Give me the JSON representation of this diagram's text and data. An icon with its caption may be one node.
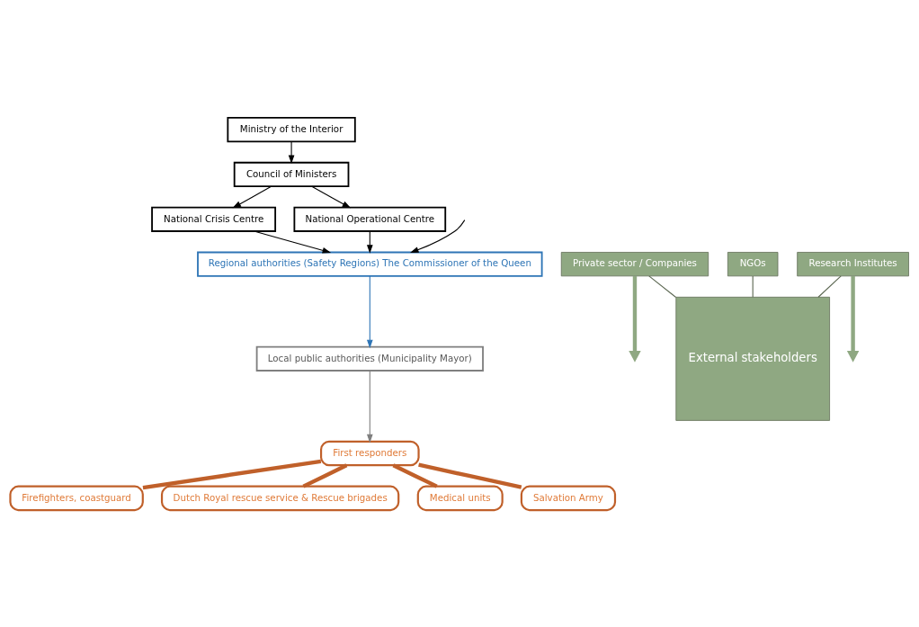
{
  "diagram": {
    "nodes": [
      {
        "text": [
          "Ministry of the Interior"
        ]
      },
      {
        "text": [
          "Council of Ministers"
        ]
      },
      {
        "text": [
          "National Crisis Centre"
        ]
      },
      {
        "text": [
          "National Operational Centre"
        ]
      },
      {
        "text": [
          "Regional authorities (Safety Regions) The Commissioner of the Queen"
        ]
      },
      {
        "text": [
          "Local public authorities (Municipality Mayor)"
        ]
      },
      {
        "text": [
          "First responders"
        ]
      },
      {
        "text": [
          "Firefighters, coastguard"
        ]
      },
      {
        "text": [
          "Dutch Royal rescue service & Rescue brigades"
        ]
      },
      {
        "text": [
          "Medical units"
        ]
      },
      {
        "text": [
          "Salvation Army"
        ]
      },
      {
        "text": [
          "Private sector / Companies"
        ]
      },
      {
        "text": [
          "NGOs"
        ]
      },
      {
        "text": [
          "Research Institutes"
        ]
      },
      {
        "text": [
          "External stakeholders"
        ]
      }
    ],
    "edges": [
      {
        "from": 0,
        "to": 1,
        "arrow": "to"
      },
      {
        "from": 1,
        "to": 2,
        "arrow": "to"
      },
      {
        "from": 1,
        "to": 3,
        "arrow": "to"
      },
      {
        "from": 2,
        "to": 4,
        "arrow": "to"
      },
      {
        "from": null,
        "to": 4,
        "arrow": "to"
      },
      {
        "from": 3,
        "to": 4,
        "arrow": "to"
      },
      {
        "from": 4,
        "to": 5,
        "arrow": "to",
        "color": "#2e75b6"
      },
      {
        "from": 5,
        "to": 6,
        "arrow": "to",
        "color": "#7f7f7f"
      },
      {
        "from": 6,
        "to": 7,
        "arrow": "none",
        "style": "thick",
        "color": "#c0602a"
      },
      {
        "from": 6,
        "to": 9,
        "arrow": "none",
        "style": "thick",
        "color": "#c0602a"
      },
      {
        "from": 6,
        "to": 10,
        "arrow": "none",
        "style": "thick",
        "color": "#c0602a"
      },
      {
        "from": 6,
        "to": 8,
        "arrow": "none",
        "style": "thick",
        "color": "#c0602a"
      },
      {
        "from": 11,
        "to": 14,
        "arrow": "none",
        "color": "#5a6650"
      },
      {
        "from": 12,
        "to": 14,
        "arrow": "none",
        "color": "#5a6650"
      },
      {
        "from": 13,
        "to": 14,
        "arrow": "none",
        "color": "#5a6650"
      },
      {
        "from": 11,
        "to": null,
        "arrow": "to",
        "style": "thick",
        "color": "#8fa882"
      },
      {
        "from": 13,
        "to": null,
        "arrow": "to",
        "style": "thick",
        "color": "#8fa882"
      }
    ]
  }
}
